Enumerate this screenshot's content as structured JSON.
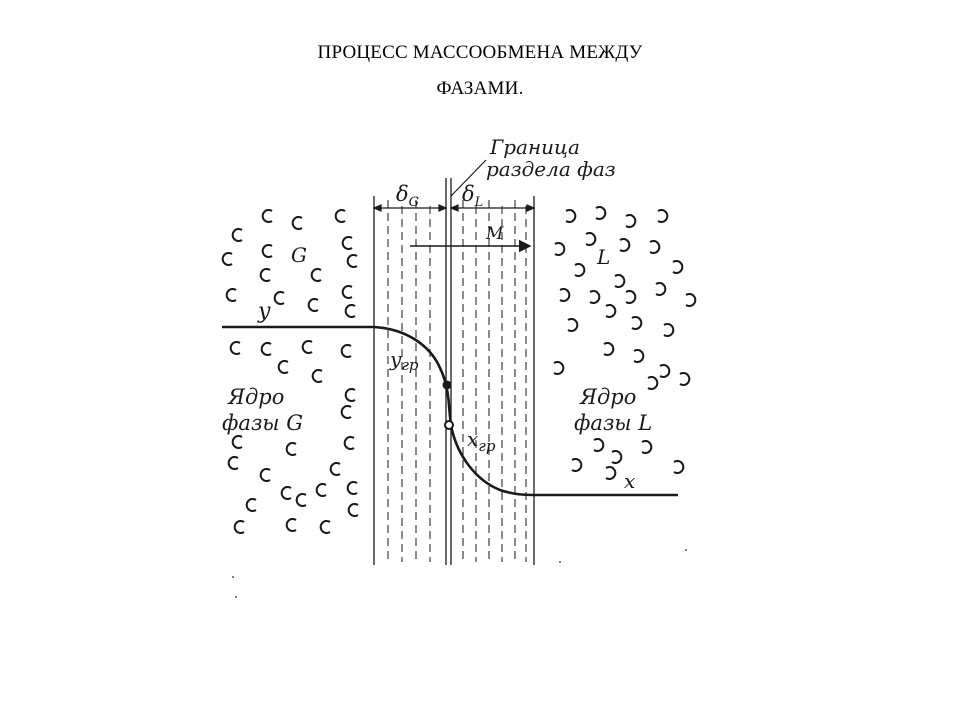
{
  "slide": {
    "title_line1": "ПРОЦЕСС МАССООБМЕНА МЕЖДУ",
    "title_line2": "ФАЗАМИ."
  },
  "diagram": {
    "interface_label_line1": "Граница",
    "interface_label_line2": "раздела фаз",
    "film_gas_label": "δ",
    "film_gas_sub": "G",
    "film_liquid_label": "δ",
    "film_liquid_sub": "L",
    "transfer_label": "M",
    "gas_phase_label": "G",
    "liquid_phase_label": "L",
    "gas_conc_label": "y",
    "gas_interface_conc_label": "y",
    "gas_interface_conc_sub": "гр",
    "liquid_interface_conc_label": "x",
    "liquid_interface_conc_sub": "гр",
    "liquid_conc_label": "x",
    "gas_core_label_line1": "Ядро",
    "gas_core_label_line2": "фазы G",
    "liquid_core_label_line1": "Ядро",
    "liquid_core_label_line2": "фазы L",
    "ink_color": "#1a1a1a"
  }
}
